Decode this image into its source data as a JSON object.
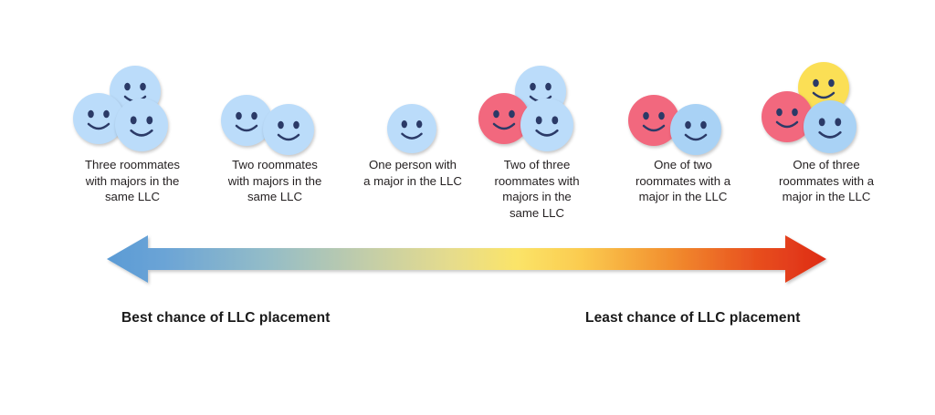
{
  "chart_data": {
    "type": "diagram",
    "title": "",
    "subtitle": "",
    "scale": {
      "left_label": "Best chance of LLC placement",
      "right_label": "Least chance of LLC placement",
      "direction": "bidirectional",
      "gradient_stops": [
        "#5B9BD5",
        "#8FB8D8",
        "#B9CBB0",
        "#E4DE8E",
        "#FAE36B",
        "#FBC94E",
        "#F39237",
        "#E8461E",
        "#DE2B16"
      ]
    },
    "categories": [
      "Three roommates with majors in the same LLC",
      "Two roommates with majors in the same LLC",
      "One person with a major in the LLC",
      "Two of three roommates with majors in the same LLC",
      "One of two roommates with a major in the LLC",
      "One of three roommates with a major in the LLC"
    ],
    "matching_counts": [
      3,
      2,
      1,
      2,
      1,
      1
    ],
    "group_sizes": [
      3,
      2,
      1,
      3,
      2,
      3
    ],
    "face_colors_legend": {
      "blue": "#BBDCFA",
      "blue_alt": "#A9D2F5",
      "red": "#F2687E",
      "yellow": "#FBDF55",
      "feature": "#2B3A67"
    }
  },
  "groups": [
    {
      "id": "group-1",
      "caption_lines": [
        "Three roommates",
        "with majors in the",
        "same LLC"
      ],
      "faces": [
        {
          "color": "#BBDCFA",
          "name": "blue"
        },
        {
          "color": "#BBDCFA",
          "name": "blue"
        },
        {
          "color": "#BBDCFA",
          "name": "blue"
        }
      ]
    },
    {
      "id": "group-2",
      "caption_lines": [
        "Two roommates",
        "with majors in the",
        "same LLC"
      ],
      "faces": [
        {
          "color": "#BBDCFA",
          "name": "blue"
        },
        {
          "color": "#BBDCFA",
          "name": "blue"
        }
      ]
    },
    {
      "id": "group-3",
      "caption_lines": [
        "One person with",
        "a major in the LLC"
      ],
      "faces": [
        {
          "color": "#BBDCFA",
          "name": "blue"
        }
      ]
    },
    {
      "id": "group-4",
      "caption_lines": [
        "Two of three",
        "roommates with",
        "majors in the",
        "same LLC"
      ],
      "faces": [
        {
          "color": "#F2687E",
          "name": "red"
        },
        {
          "color": "#BBDCFA",
          "name": "blue"
        },
        {
          "color": "#BBDCFA",
          "name": "blue"
        }
      ]
    },
    {
      "id": "group-5",
      "caption_lines": [
        "One of two",
        "roommates with a",
        "major in the LLC"
      ],
      "faces": [
        {
          "color": "#F2687E",
          "name": "red"
        },
        {
          "color": "#BBDCFA",
          "name": "blue"
        }
      ]
    },
    {
      "id": "group-6",
      "caption_lines": [
        "One of three",
        "roommates with a",
        "major in the LLC"
      ],
      "faces": [
        {
          "color": "#F2687E",
          "name": "red"
        },
        {
          "color": "#FBDF55",
          "name": "yellow"
        },
        {
          "color": "#A9D2F5",
          "name": "blue"
        }
      ]
    }
  ],
  "captions": {
    "g1": "Three roommates\nwith majors in the\nsame LLC",
    "g2": "Two roommates\nwith majors in the\nsame LLC",
    "g3": "One person with\na major in the LLC",
    "g4": "Two of three\nroommates with\nmajors in the\nsame LLC",
    "g5": "One of two\nroommates with a\nmajor in the LLC",
    "g6": "One of three\nroommates with a\nmajor in the LLC"
  },
  "axis": {
    "left_label": "Best chance of LLC placement",
    "right_label": "Least chance of LLC placement"
  }
}
